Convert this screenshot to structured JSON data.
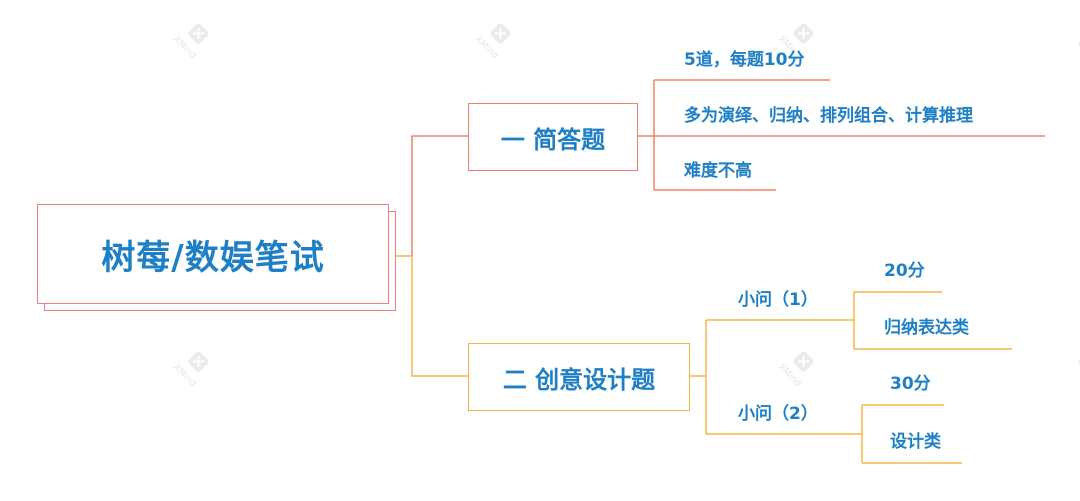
{
  "root": {
    "label": "树莓/数娱笔试"
  },
  "topics": [
    {
      "label": "一 简答题",
      "items": [
        "5道，每题10分",
        "多为演绎、归纳、排列组合、计算推理",
        "难度不高"
      ]
    },
    {
      "label": "二 创意设计题",
      "subs": [
        {
          "label": "小问（1）",
          "children": [
            "20分",
            "归纳表达类"
          ]
        },
        {
          "label": "小问（2）",
          "children": [
            "30分",
            "设计类"
          ]
        }
      ]
    }
  ],
  "watermark": {
    "icon": "xmind-logo-icon",
    "text": "XMind"
  },
  "colors": {
    "root_border": "#f08080",
    "branch1": "#f0826a",
    "branch2": "#f5b54a",
    "text": "#1f7fc6"
  }
}
